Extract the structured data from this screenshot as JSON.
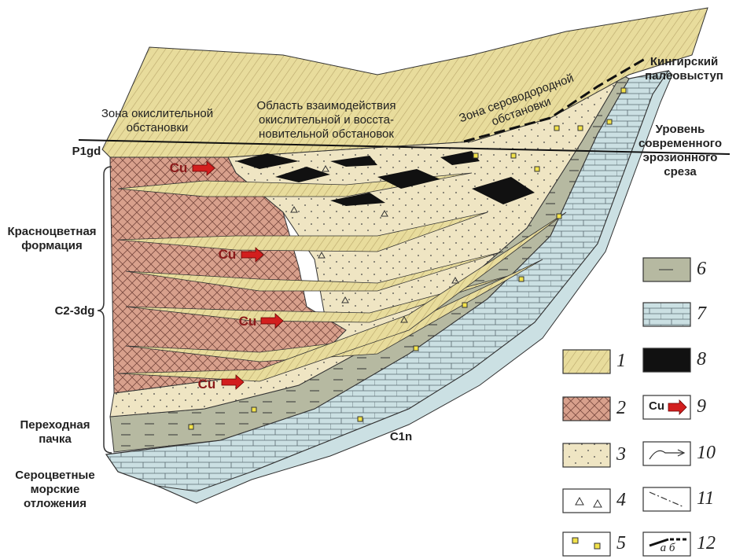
{
  "labels": {
    "zone_oxidizing": "Зона окислительной обстановки",
    "interaction_area": "Область взаимодействия окислительной и восста-новительной обстановок",
    "zone_h2s": "Зона сероводородной обстановки",
    "kingir": "Кингирский палеовыступ",
    "erosion_level": "Уровень современного эрозионного среза",
    "p1gd": "P1gd",
    "redbed_formation": "Красноцветная формация",
    "c23dg": "C2-3dg",
    "transition_pack": "Переходная пачка",
    "gray_marine": "Сероцветные морские отложения",
    "c1n": "C1n",
    "cu": "Cu"
  },
  "legend": [
    {
      "num": "1",
      "pattern": "yellow-hatched"
    },
    {
      "num": "2",
      "pattern": "red-crosshatch"
    },
    {
      "num": "3",
      "pattern": "sand-dotted"
    },
    {
      "num": "4",
      "pattern": "triangles"
    },
    {
      "num": "5",
      "pattern": "yellow-squares"
    },
    {
      "num": "6",
      "pattern": "gray-dashed"
    },
    {
      "num": "7",
      "pattern": "blue-bricks"
    },
    {
      "num": "8",
      "pattern": "black-fill"
    },
    {
      "num": "9",
      "pattern": "cu-arrow",
      "text": "Cu"
    },
    {
      "num": "10",
      "pattern": "arrow-line"
    },
    {
      "num": "11",
      "pattern": "dash-dot-line"
    },
    {
      "num": "12",
      "pattern": "boundary-ab",
      "text": "а б"
    }
  ],
  "colors": {
    "yellow": "#e8dc9c",
    "red": "#d8a08c",
    "sand": "#efe5c3",
    "gray": "#b6b9a1",
    "blue": "#cbe0e3",
    "black": "#111111",
    "cu_arrow": "#d21e1e",
    "cu_text": "#8b1a1a"
  }
}
